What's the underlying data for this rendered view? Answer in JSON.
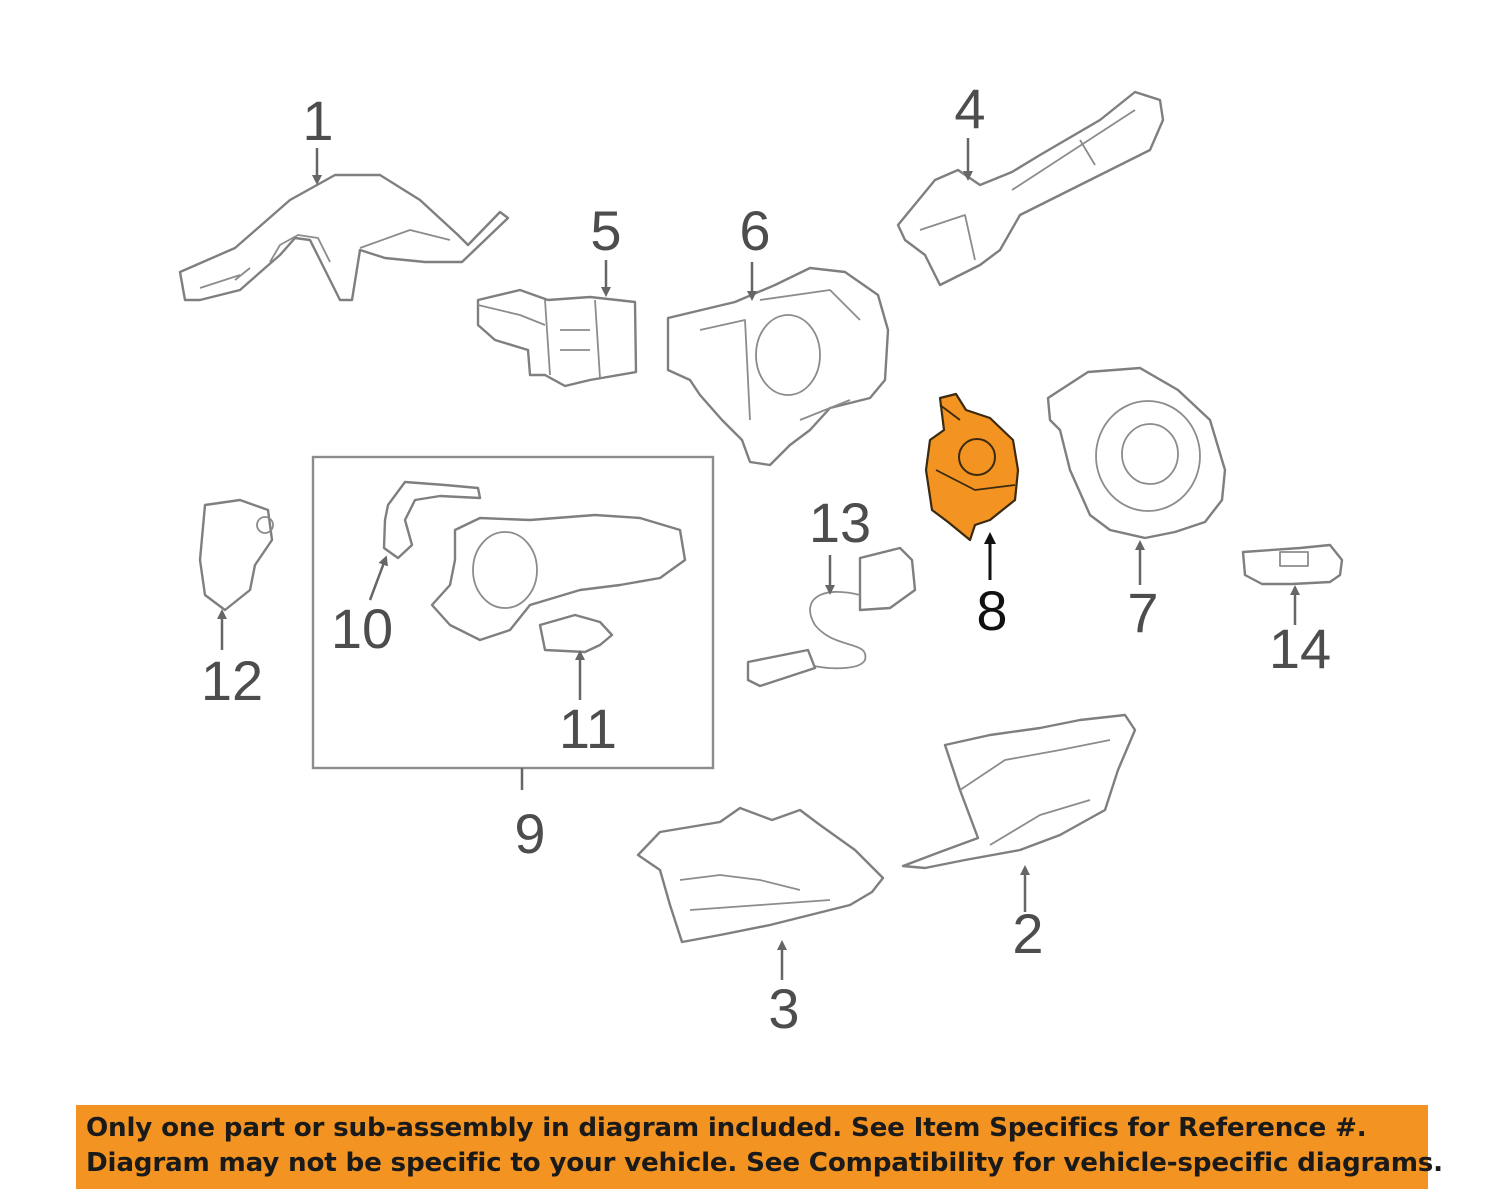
{
  "callouts": {
    "c1": "1",
    "c2": "2",
    "c3": "3",
    "c4": "4",
    "c5": "5",
    "c6": "6",
    "c7": "7",
    "c8": "8",
    "c9": "9",
    "c10": "10",
    "c11": "11",
    "c12": "12",
    "c13": "13",
    "c14": "14"
  },
  "highlighted_part": "8",
  "colors": {
    "highlight": "#f39321",
    "banner": "#f39321",
    "line": "#7f7f7f"
  },
  "banner": {
    "line1": "Only one part or sub-assembly in diagram included. See Item Specifics for Reference #.",
    "line2": "Diagram may not be specific to your vehicle. See Compatibility for vehicle-specific diagrams."
  }
}
